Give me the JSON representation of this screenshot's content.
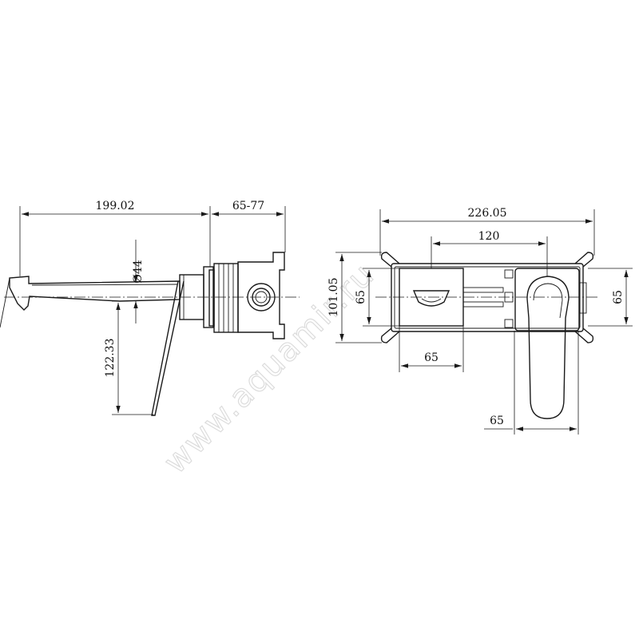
{
  "watermark": "www.aquamir.ru",
  "side_view": {
    "dim_spout_length": "199.02",
    "dim_wall_depth": "65-77",
    "dim_diameter": "Ø44",
    "dim_height": "122.33"
  },
  "front_view": {
    "dim_total_width": "226.05",
    "dim_center_distance": "120",
    "dim_plate_height": "101.05",
    "dim_left_height": "65",
    "dim_right_height": "65",
    "dim_spout_width": "65",
    "dim_handle_width": "65"
  }
}
